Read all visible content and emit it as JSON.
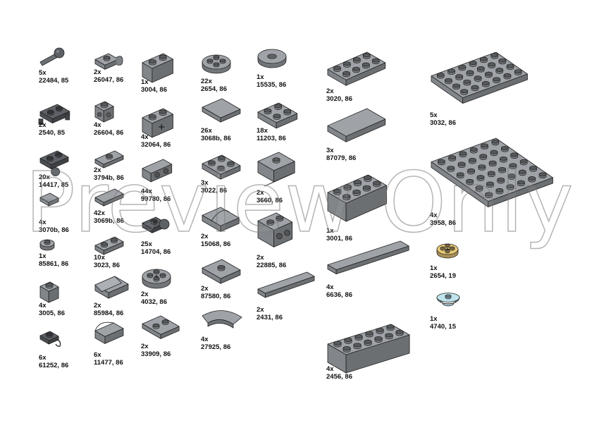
{
  "watermark": "Preview Only",
  "colors": {
    "gray": "#9fa3a8",
    "gray_dark": "#5d6166",
    "yellow": "#e8c878",
    "light_blue": "#bfe4ee",
    "outline": "#222222"
  },
  "parts": [
    {
      "qty": "5x",
      "id": "22484, 85",
      "icon": "bar-ball-icon"
    },
    {
      "qty": "2x",
      "id": "2540, 85",
      "icon": "plate-handle-icon"
    },
    {
      "qty": "20x",
      "id": "14417, 85",
      "icon": "plate-ball-icon"
    },
    {
      "qty": "4x",
      "id": "3070b, 86",
      "icon": "tile-1x1-icon"
    },
    {
      "qty": "1x",
      "id": "85861, 86",
      "icon": "round-plate-icon"
    },
    {
      "qty": "4x",
      "id": "3005, 86",
      "icon": "brick-1x1-icon"
    },
    {
      "qty": "6x",
      "id": "61252, 86",
      "icon": "plate-clip-icon"
    },
    {
      "qty": "2x",
      "id": "26047, 86",
      "icon": "plate-rotated-bar-icon"
    },
    {
      "qty": "4x",
      "id": "26604, 86",
      "icon": "brick-studs-sides-icon"
    },
    {
      "qty": "2x",
      "id": "3794b, 86",
      "icon": "jumper-plate-icon"
    },
    {
      "qty": "42x",
      "id": "3069b, 86",
      "icon": "tile-1x2-icon"
    },
    {
      "qty": "10x",
      "id": "3023, 86",
      "icon": "plate-1x2-icon"
    },
    {
      "qty": "2x",
      "id": "85984, 86",
      "icon": "slope-1x2-icon"
    },
    {
      "qty": "6x",
      "id": "11477, 86",
      "icon": "curved-slope-icon"
    },
    {
      "qty": "1x",
      "id": "3004, 86",
      "icon": "brick-1x2-icon"
    },
    {
      "qty": "4x",
      "id": "32064, 86",
      "icon": "technic-brick-axle-icon"
    },
    {
      "qty": "44x",
      "id": "99780, 86",
      "icon": "bracket-inverted-icon"
    },
    {
      "qty": "25x",
      "id": "14704, 86",
      "icon": "plate-ball-socket-icon"
    },
    {
      "qty": "2x",
      "id": "4032, 86",
      "icon": "round-plate-2x2-icon"
    },
    {
      "qty": "2x",
      "id": "33909, 86",
      "icon": "tile-2x2-studs-icon"
    },
    {
      "qty": "22x",
      "id": "2654, 86",
      "icon": "round-plate-rounded-icon"
    },
    {
      "qty": "26x",
      "id": "3068b, 86",
      "icon": "tile-2x2-icon"
    },
    {
      "qty": "3x",
      "id": "3022, 86",
      "icon": "plate-2x2-icon"
    },
    {
      "qty": "2x",
      "id": "15068, 86",
      "icon": "curved-slope-2x2-icon"
    },
    {
      "qty": "2x",
      "id": "87580, 86",
      "icon": "jumper-plate-2x2-icon"
    },
    {
      "qty": "4x",
      "id": "27925, 86",
      "icon": "curved-tile-icon"
    },
    {
      "qty": "1x",
      "id": "15535, 86",
      "icon": "round-tile-hole-icon"
    },
    {
      "qty": "18x",
      "id": "11203, 86",
      "icon": "inverted-tile-icon"
    },
    {
      "qty": "2x",
      "id": "3660, 86",
      "icon": "inverted-slope-icon"
    },
    {
      "qty": "2x",
      "id": "22885, 86",
      "icon": "brick-side-studs-icon"
    },
    {
      "qty": "2x",
      "id": "2431, 86",
      "icon": "tile-1x4-icon"
    },
    {
      "qty": "2x",
      "id": "3020, 86",
      "icon": "plate-2x4-icon"
    },
    {
      "qty": "3x",
      "id": "87079, 86",
      "icon": "tile-2x4-icon"
    },
    {
      "qty": "1x",
      "id": "3001, 86",
      "icon": "brick-2x4-icon"
    },
    {
      "qty": "4x",
      "id": "6636, 86",
      "icon": "tile-1x6-icon"
    },
    {
      "qty": "4x",
      "id": "2456, 86",
      "icon": "brick-2x6-icon"
    },
    {
      "qty": "5x",
      "id": "3032, 86",
      "icon": "plate-4x6-icon"
    },
    {
      "qty": "4x",
      "id": "3958, 86",
      "icon": "plate-6x6-icon"
    },
    {
      "qty": "1x",
      "id": "2654, 19",
      "icon": "round-plate-tan-icon"
    },
    {
      "qty": "1x",
      "id": "4740, 15",
      "icon": "dish-trans-icon"
    }
  ]
}
